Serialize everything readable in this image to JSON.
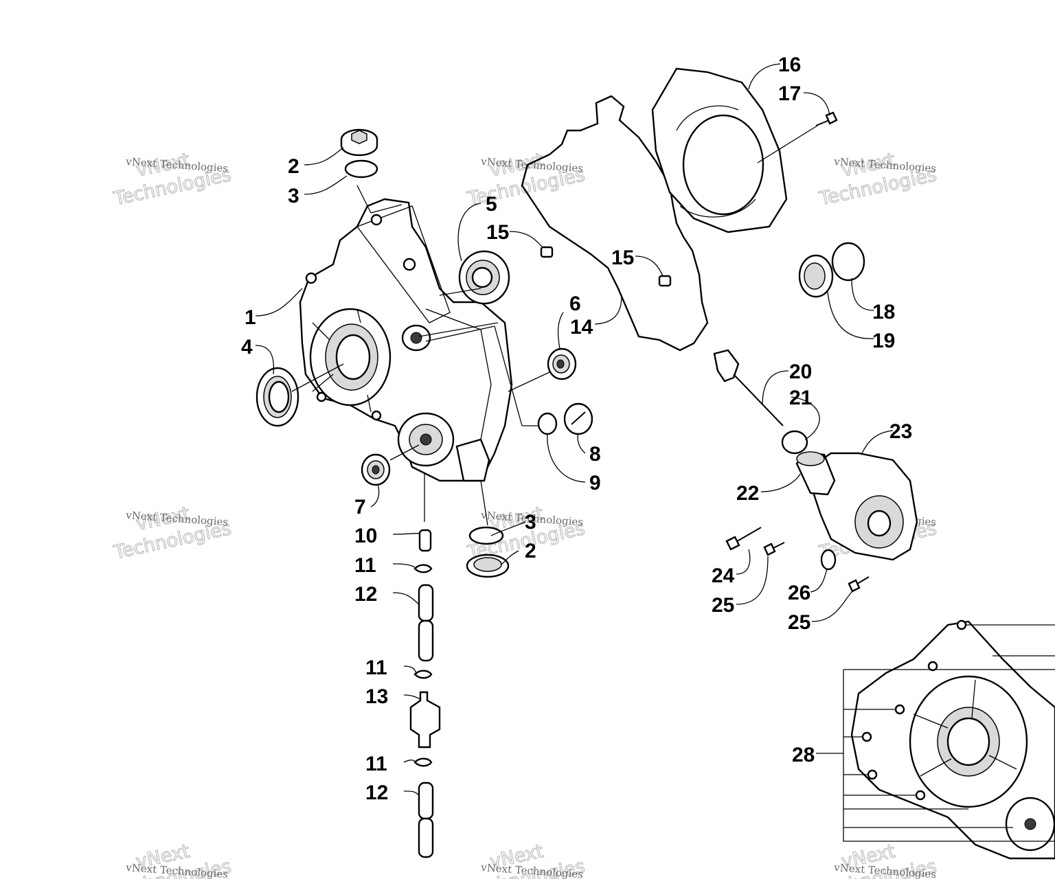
{
  "callouts": [
    "1",
    "2",
    "3",
    "2",
    "3",
    "4",
    "5",
    "6",
    "7",
    "8",
    "9",
    "10",
    "11",
    "11",
    "11",
    "12",
    "12",
    "13",
    "14",
    "15",
    "15",
    "16",
    "17",
    "18",
    "19",
    "20",
    "21",
    "22",
    "23",
    "24",
    "25",
    "25",
    "26",
    "28"
  ],
  "watermark": {
    "line1": "vNext",
    "line2": "Technologies",
    "small": "vNext Technologies"
  }
}
